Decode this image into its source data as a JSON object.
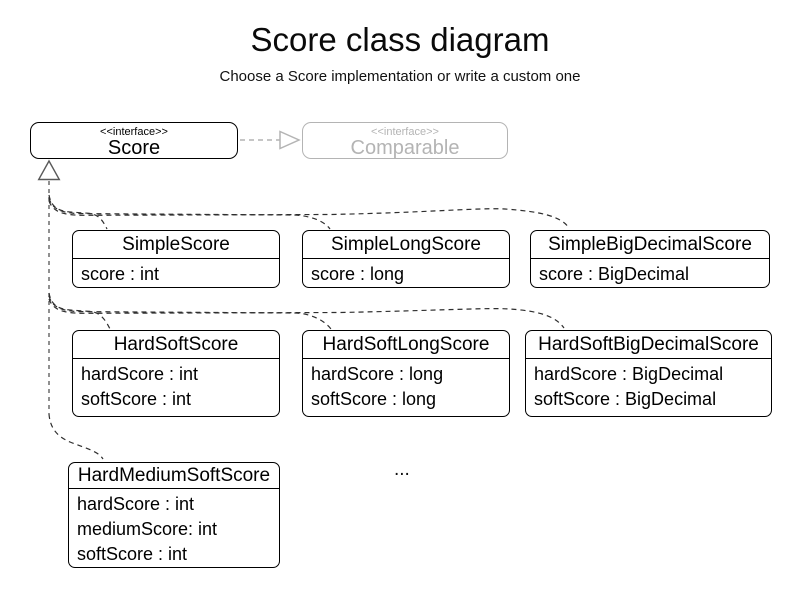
{
  "header": {
    "title": "Score class diagram",
    "subtitle": "Choose a Score implementation or write a custom one"
  },
  "interfaces": {
    "score": {
      "stereotype": "<<interface>>",
      "name": "Score"
    },
    "comparable": {
      "stereotype": "<<interface>>",
      "name": "Comparable"
    }
  },
  "classes": [
    {
      "name": "SimpleScore",
      "attributes": [
        "score : int"
      ]
    },
    {
      "name": "SimpleLongScore",
      "attributes": [
        "score : long"
      ]
    },
    {
      "name": "SimpleBigDecimalScore",
      "attributes": [
        "score : BigDecimal"
      ]
    },
    {
      "name": "HardSoftScore",
      "attributes": [
        "hardScore : int",
        "softScore : int"
      ]
    },
    {
      "name": "HardSoftLongScore",
      "attributes": [
        "hardScore : long",
        "softScore : long"
      ]
    },
    {
      "name": "HardSoftBigDecimalScore",
      "attributes": [
        "hardScore : BigDecimal",
        "softScore : BigDecimal"
      ]
    },
    {
      "name": "HardMediumSoftScore",
      "attributes": [
        "hardScore : int",
        "mediumScore: int",
        "softScore : int"
      ]
    }
  ],
  "ellipsis": "...",
  "colors": {
    "ink": "#000000",
    "muted_gray": "#b4b4b4",
    "connector": "#2e2e2e",
    "trunk": "#555555"
  }
}
